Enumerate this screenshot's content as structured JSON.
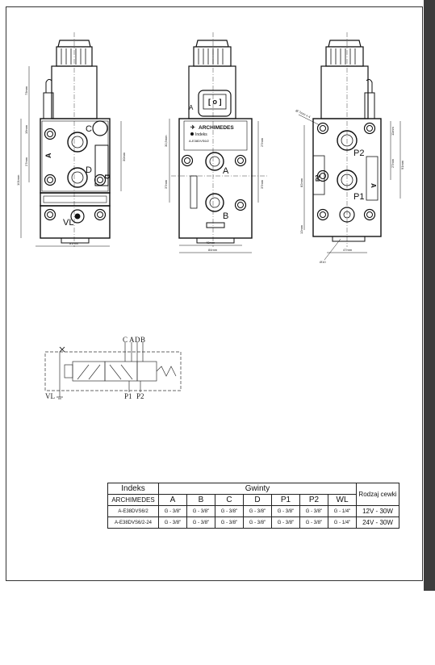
{
  "views": {
    "left": {
      "ports": [
        "C",
        "D",
        "VL"
      ],
      "side_labels": [
        "A",
        "D",
        "C",
        "B"
      ],
      "dims": {
        "h1": "73mm",
        "h2": "19mm",
        "h3": "27mm",
        "h4": "101mm",
        "h5": "30mm",
        "w": "81mm"
      }
    },
    "center": {
      "coil_label": "A",
      "brand": "ARCHIMEDES",
      "index_word": "Indeks",
      "model": "A-E38DVS6/2",
      "ports": [
        "A",
        "B"
      ],
      "dims": {
        "h1": "30,5mm",
        "h2": "37mm",
        "h3": "37mm",
        "h4": "27mm",
        "w1": "48mm",
        "w2": "84mm"
      }
    },
    "right": {
      "ports": [
        "P2",
        "P1"
      ],
      "side_labels": [
        "A",
        "B",
        "P2",
        "P1"
      ],
      "dims": {
        "d1": "Ø 7mm x 4",
        "h1": "11mm",
        "h2": "27mm",
        "h3": "82mm",
        "h4": "91mm",
        "h5": "12mm",
        "w": "47mm",
        "c": "Ø10"
      }
    }
  },
  "schematic": {
    "top_labels": [
      "C",
      "A",
      "D",
      "B"
    ],
    "bottom_labels": [
      "P1",
      "P2"
    ],
    "drain_label": "VL"
  },
  "table": {
    "col_index": "Indeks",
    "col_index_sub": "ARCHIMEDES",
    "col_group": "Gwinty",
    "col_coil": "Rodzaj cewki",
    "ports": [
      "A",
      "B",
      "C",
      "D",
      "P1",
      "P2",
      "WL"
    ],
    "rows": [
      {
        "model": "A-E38DVS6/2",
        "threads": [
          "G - 3/8\"",
          "G - 3/8\"",
          "G - 3/8\"",
          "G - 3/8\"",
          "G - 3/8\"",
          "G - 3/8\"",
          "G - 1/4\""
        ],
        "coil": "12V - 30W"
      },
      {
        "model": "A-E38DVS6/2-24",
        "threads": [
          "G - 3/8\"",
          "G - 3/8\"",
          "G - 3/8\"",
          "G - 3/8\"",
          "G - 3/8\"",
          "G - 3/8\"",
          "G - 1/4\""
        ],
        "coil": "24V - 30W"
      }
    ]
  }
}
